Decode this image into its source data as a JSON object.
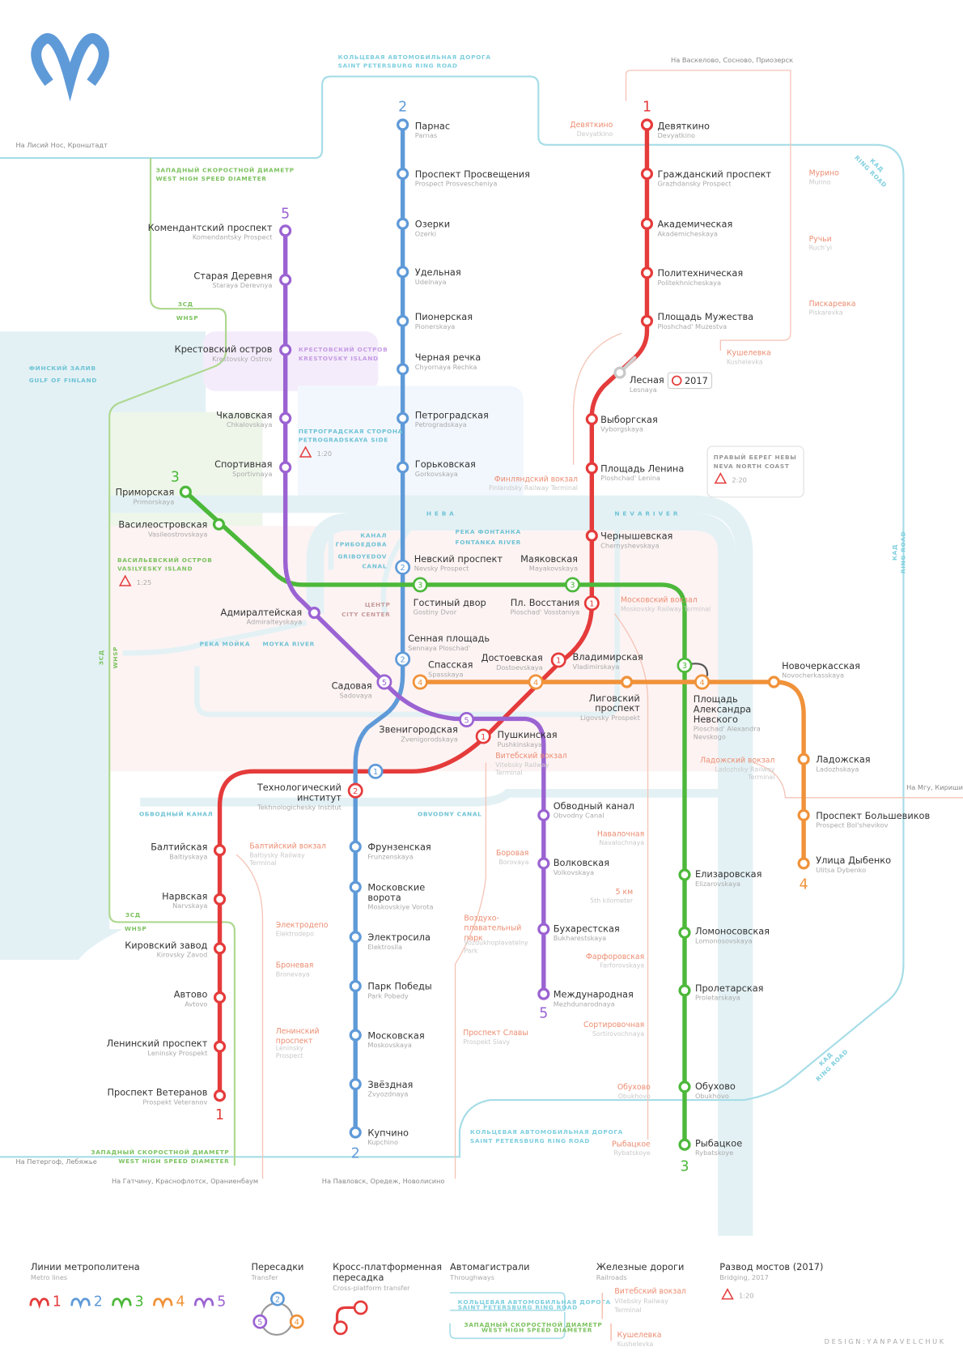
{
  "colors": {
    "line1": "#e53b3b",
    "line2": "#5f9ad8",
    "line3": "#4cb83a",
    "line4": "#f0923a",
    "line5": "#9b63d2",
    "rail": "#ec8d72",
    "road": "#9fdce6",
    "water": "#e3f1f5",
    "grey": "#c8c8c8"
  },
  "logo": "metro-logo",
  "lines": [
    {
      "number": "1",
      "stations": [
        {
          "ru": "Девяткино",
          "en": "Devyatkino"
        },
        {
          "ru": "Гражданский проспект",
          "en": "Grazhdansky Prospect"
        },
        {
          "ru": "Академическая",
          "en": "Akademicheskaya"
        },
        {
          "ru": "Политехническая",
          "en": "Politekhnicheskaya"
        },
        {
          "ru": "Площадь Мужества",
          "en": "Ploshchad' Muzestva"
        },
        {
          "ru": "Лесная",
          "en": "Lesnaya"
        },
        {
          "ru": "Выборгская",
          "en": "Vyborgskaya"
        },
        {
          "ru": "Площадь Ленина",
          "en": "Ploshchad' Lenina"
        },
        {
          "ru": "Чернышевская",
          "en": "Chernyshevskaya"
        },
        {
          "ru": "Пл. Восстания",
          "en": "Ploschad' Vosstaniya"
        },
        {
          "ru": "Владимирская",
          "en": "Vladimirskaya"
        },
        {
          "ru": "Пушкинская",
          "en": "Pushkinskaya"
        },
        {
          "ru": "Технологический|институт",
          "en": "Tekhnologichesky Institut"
        },
        {
          "ru": "Балтийская",
          "en": "Baltiyskaya"
        },
        {
          "ru": "Нарвская",
          "en": "Narvskaya"
        },
        {
          "ru": "Кировский завод",
          "en": "Kirovsky Zavod"
        },
        {
          "ru": "Автово",
          "en": "Avtovo"
        },
        {
          "ru": "Ленинский проспект",
          "en": "Leninsky Prospekt"
        },
        {
          "ru": "Проспект Ветеранов",
          "en": "Prospekt Veteranov"
        }
      ]
    },
    {
      "number": "2",
      "stations": [
        {
          "ru": "Парнас",
          "en": "Parnas"
        },
        {
          "ru": "Проспект Просвещения",
          "en": "Prospect Prosvescheniya"
        },
        {
          "ru": "Озерки",
          "en": "Ozerki"
        },
        {
          "ru": "Удельная",
          "en": "Udelnaya"
        },
        {
          "ru": "Пионерская",
          "en": "Pionerskaya"
        },
        {
          "ru": "Черная речка",
          "en": "Chyornaya Rechka"
        },
        {
          "ru": "Петроградская",
          "en": "Petrogradskaya"
        },
        {
          "ru": "Горьковская",
          "en": "Gorkovskaya"
        },
        {
          "ru": "Невский проспект",
          "en": "Nevsky Prospect"
        },
        {
          "ru": "Сенная площадь",
          "en": "Sennaya Ploschad'"
        },
        {
          "ru": "Фрунзенская",
          "en": "Frunzenskaya"
        },
        {
          "ru": "Московские|ворота",
          "en": "Moskovskiye Vorota"
        },
        {
          "ru": "Электросила",
          "en": "Elektrosila"
        },
        {
          "ru": "Парк Победы",
          "en": "Park Pobedy"
        },
        {
          "ru": "Московская",
          "en": "Moskovskaya"
        },
        {
          "ru": "Звёздная",
          "en": "Zvyozdnaya"
        },
        {
          "ru": "Купчино",
          "en": "Kupchino"
        }
      ]
    },
    {
      "number": "3",
      "stations": [
        {
          "ru": "Приморская",
          "en": "Primorskaya"
        },
        {
          "ru": "Василеостровская",
          "en": "Vasileostrovskaya"
        },
        {
          "ru": "Гостиный двор",
          "en": "Gostiny Dvor"
        },
        {
          "ru": "Маяковская",
          "en": "Mayakovskaya"
        },
        {
          "ru": "Площадь|Александра|Невского",
          "en": "Ploschad' Alexandra|Nevskogo"
        },
        {
          "ru": "Елизаровская",
          "en": "Elizarovskaya"
        },
        {
          "ru": "Ломоносовская",
          "en": "Lomonosovskaya"
        },
        {
          "ru": "Пролетарская",
          "en": "Proletarskaya"
        },
        {
          "ru": "Обухово",
          "en": "Obukhovo"
        },
        {
          "ru": "Рыбацкое",
          "en": "Rybatskoye"
        }
      ]
    },
    {
      "number": "4",
      "stations": [
        {
          "ru": "Спасская",
          "en": "Spasskaya"
        },
        {
          "ru": "Достоевская",
          "en": "Dostoevskaya"
        },
        {
          "ru": "Лиговский|проспект",
          "en": "Ligovsky Prospekt"
        },
        {
          "ru": "Новочеркасская",
          "en": "Novocherkasskaya"
        },
        {
          "ru": "Ладожская",
          "en": "Ladozhskaya"
        },
        {
          "ru": "Проспект Большевиков",
          "en": "Prospect Bol'shevikov"
        },
        {
          "ru": "Улица Дыбенко",
          "en": "Ulitsa Dybenko"
        }
      ]
    },
    {
      "number": "5",
      "stations": [
        {
          "ru": "Комендантский проспект",
          "en": "Komendantsky Prospect"
        },
        {
          "ru": "Старая Деревня",
          "en": "Staraya Derevnya"
        },
        {
          "ru": "Крестовский остров",
          "en": "Krestovsky Ostrov"
        },
        {
          "ru": "Чкаловская",
          "en": "Chkalovskaya"
        },
        {
          "ru": "Спортивная",
          "en": "Sportivnaya"
        },
        {
          "ru": "Адмиралтейская",
          "en": "Admiralteyskaya"
        },
        {
          "ru": "Садовая",
          "en": "Sadovaya"
        },
        {
          "ru": "Звенигородская",
          "en": "Zvenigorodskaya"
        },
        {
          "ru": "Обводный канал",
          "en": "Obvodny Canal"
        },
        {
          "ru": "Волковская",
          "en": "Volkovskaya"
        },
        {
          "ru": "Бухарестская",
          "en": "Bukharestskaya"
        },
        {
          "ru": "Международная",
          "en": "Mezhdunarodnaya"
        }
      ]
    }
  ],
  "closed_badge": "2017",
  "railway": [
    {
      "ru": "Девяткино",
      "en": "Devyatkino"
    },
    {
      "ru": "Мурино",
      "en": "Murino"
    },
    {
      "ru": "Ручьи",
      "en": "Ruch'yi"
    },
    {
      "ru": "Пискаревка",
      "en": "Piskarevka"
    },
    {
      "ru": "Кушелевка",
      "en": "Kushelevka"
    },
    {
      "ru": "Финляндский вокзал",
      "en": "Finlandsky Railway Terminal"
    },
    {
      "ru": "Московский вокзал",
      "en": "Moskovsky Railway Terminal"
    },
    {
      "ru": "Витебский вокзал",
      "en": "Vitebsky Railway|Terminal"
    },
    {
      "ru": "Балтийский вокзал",
      "en": "Baltiysky Railway|Terminal"
    },
    {
      "ru": "Ладожский вокзал",
      "en": "Ladozhsky Railway|Terminal"
    },
    {
      "ru": "Навалочная",
      "en": "Navalochnaya"
    },
    {
      "ru": "5 км",
      "en": "5th kilometer"
    },
    {
      "ru": "Фарфоровская",
      "en": "Farforovskaya"
    },
    {
      "ru": "Сортировочная",
      "en": "Sortirovochnaya"
    },
    {
      "ru": "Обухово",
      "en": "Obukhovo"
    },
    {
      "ru": "Рыбацкое",
      "en": "Rybatskoye"
    },
    {
      "ru": "Боровая",
      "en": "Borovaya"
    },
    {
      "ru": "Воздухо-|плавательный|парк",
      "en": "Vozdukhoplavatelny|Park"
    },
    {
      "ru": "Проспект Славы",
      "en": "Prospekt Slavy"
    },
    {
      "ru": "Электродепо",
      "en": "Elektrodepo"
    },
    {
      "ru": "Броневая",
      "en": "Bronevaya"
    },
    {
      "ru": "Ленинский|проспект",
      "en": "Leninsky|Prospect"
    }
  ],
  "directions": [
    "На Лисий Нос, Кронштадт",
    "На Васкелово, Сосново, Приозерск",
    "На Мгу, Кириши",
    "На Петергоф, Лебяжье",
    "На Гатчину, Краснофлотск, Ораниенбаум",
    "На Павловск, Оредеж, Новолисино"
  ],
  "roads": {
    "kad_ru": "КОЛЬЦЕВАЯ АВТОМОБИЛЬНАЯ ДОРОГА",
    "kad_en": "SAINT PETERSBURG RING ROAD",
    "zsd_ru": "ЗАПАДНЫЙ СКОРОСТНОЙ ДИАМЕТР",
    "zsd_en": "WEST HIGH SPEED DIAMETER",
    "zsd_short_ru": "ЗСД",
    "zsd_short_en": "WHSP",
    "kad_short": "КАД",
    "ring_road": "RING ROAD"
  },
  "water": {
    "gulf_ru": "ФИНСКИЙ ЗАЛИВ",
    "gulf_en": "GULF OF FINLAND",
    "neva_ru": "Н Е В А",
    "neva_en": "N E V A   R I V E R",
    "gribo_ru1": "КАНАЛ",
    "gribo_ru2": "ГРИБОЕДОВА",
    "gribo_en1": "GRIBOYEDOV",
    "gribo_en2": "CANAL",
    "fontanka_ru": "РЕКА ФОНТАНКА",
    "fontanka_en": "FONTANKA RIVER",
    "moyka_ru": "РЕКА МОЙКА",
    "moyka_en": "MOYKA RIVER",
    "obvodny_ru": "ОБВОДНЫЙ КАНАЛ",
    "obvodny_en": "OBVODNY CANAL"
  },
  "areas": {
    "center_ru": "ЦЕНТР",
    "center_en": "CITY CENTER",
    "krest_ru": "КРЕСТОВСКИЙ ОСТРОВ",
    "krest_en": "KRESTOVSKY ISLAND",
    "petro_ru": "ПЕТРОГРАДСКАЯ СТОРОНА",
    "petro_en": "PETROGRADSKAYA SIDE",
    "petro_bridge": "1:20",
    "vas_ru": "ВАСИЛЬЕВСКИЙ ОСТРОВ",
    "vas_en": "VASILYESKY ISLAND",
    "vas_bridge": "1:25",
    "neva_coast_ru": "ПРАВЫЙ БЕРЕГ НЕВЫ",
    "neva_coast_en": "NEVA NORTH COAST",
    "neva_coast_bridge": "2:20"
  },
  "legend": {
    "metro_ru": "Линии метрополитена",
    "metro_en": "Metro lines",
    "lines": [
      "1",
      "2",
      "3",
      "4",
      "5"
    ],
    "transfer_ru": "Пересадки",
    "transfer_en": "Transfer",
    "cross_ru1": "Кросс-платформенная",
    "cross_ru2": "пересадка",
    "cross_en": "Cross-platform transfer",
    "roads_ru": "Автомагистрали",
    "roads_en": "Throughways",
    "rail_ru": "Железные дороги",
    "rail_en": "Railroads",
    "rail_ex1_ru": "Витебский вокзал",
    "rail_ex1_en1": "Vitebsky Railway",
    "rail_ex1_en2": "Terminal",
    "rail_ex2_ru": "Кушелевка",
    "rail_ex2_en": "Kushelevka",
    "bridge_ru": "Развод мостов (2017)",
    "bridge_en": "Bridging, 2017",
    "bridge_ex": "1:20",
    "credit": "D E S I G N :   Y A N   P A V E L C H U K"
  }
}
